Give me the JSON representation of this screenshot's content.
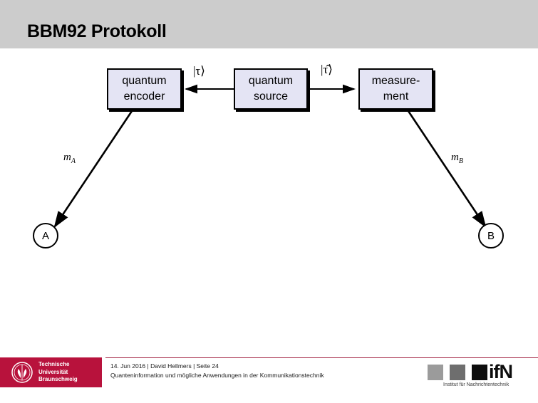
{
  "header": {
    "title": "BBM92 Protokoll",
    "band_color": "#cccccc"
  },
  "diagram": {
    "type": "flow-diagram",
    "box_fill_color": "#e4e4f4",
    "box_border_color": "#000000",
    "nodes": [
      {
        "id": "quantum-encoder",
        "line1": "quantum",
        "line2": "encoder"
      },
      {
        "id": "quantum-source",
        "line1": "quantum",
        "line2": "source"
      },
      {
        "id": "measurement",
        "line1": "measure-",
        "line2": "ment"
      }
    ],
    "edge_labels": [
      {
        "id": "ket-tau",
        "text": "|τ⟩"
      },
      {
        "id": "ket-tau-hat",
        "text": "|τ̂⟩"
      }
    ],
    "output_labels": [
      {
        "id": "m-a",
        "symbol": "m",
        "subscript": "A"
      },
      {
        "id": "m-b",
        "symbol": "m",
        "subscript": "B"
      }
    ],
    "endpoints": [
      {
        "id": "party-a",
        "label": "A"
      },
      {
        "id": "party-b",
        "label": "B"
      }
    ]
  },
  "footer": {
    "line1": "14. Jun 2016 | David Hellmers | Seite 24",
    "line2": "Quanteninformation und mögliche Anwendungen in der Kommunikationstechnik",
    "rule_color": "#a01c3c",
    "tu_logo": {
      "background_color": "#b8123c",
      "line1": "Technische",
      "line2": "Universität",
      "line3": "Braunschweig"
    },
    "ifn_logo": {
      "wordmark": "ifN",
      "subtitle": "Institut für Nachrichtentechnik",
      "square_colors": [
        "#9b9b9b",
        "#6e6e6e",
        "#0d0d0d"
      ]
    }
  }
}
